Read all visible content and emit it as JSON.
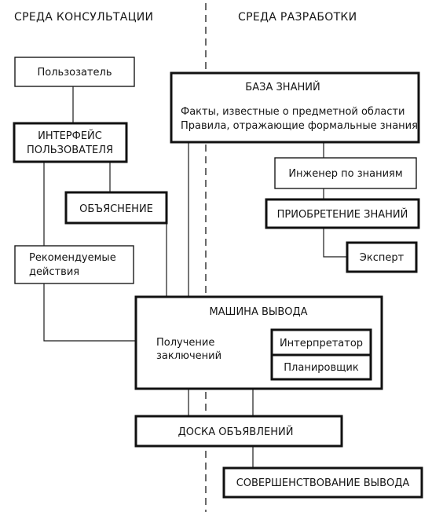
{
  "headers": {
    "consultation_env": "СРЕДА КОНСУЛЬТАЦИИ",
    "development_env": "СРЕДА РАЗРАБОТКИ"
  },
  "boxes": {
    "user": "Пользозатель",
    "user_interface": [
      "ИНТЕРФЕЙС",
      "ПОЛЬЗОВАТЕЛЯ"
    ],
    "explanation": "ОБЪЯСНЕНИЕ",
    "recommended_actions": [
      "Рекомендуемые",
      "действия"
    ],
    "knowledge_base": {
      "title": "БАЗА ЗНАНИЙ",
      "lines": [
        "Факты, известные о предметной области",
        "Правила, отражающие формальные знания"
      ]
    },
    "knowledge_engineer": "Инженер по знаниям",
    "knowledge_acquisition": "ПРИОБРЕТЕНИЕ ЗНАНИЙ",
    "expert": "Эксперт",
    "inference_engine": {
      "title": "МАШИНА ВЫВОДА",
      "conclusions": [
        "Получение",
        "заключений"
      ],
      "interpreter": "Интерпретатор",
      "scheduler": "Планировщик"
    },
    "blackboard": "ДОСКА ОБЪЯВЛЕНИЙ",
    "inference_improvement": "СОВЕРШЕНСТВОВАНИЕ ВЫВОДА"
  }
}
